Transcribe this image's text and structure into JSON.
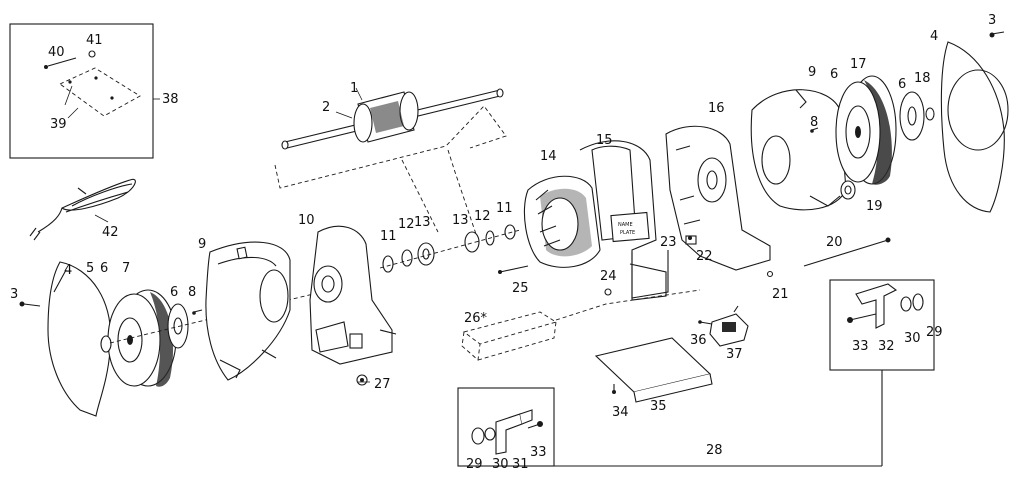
{
  "diagram": {
    "callouts": [
      {
        "id": "1",
        "text": "1"
      },
      {
        "id": "2",
        "text": "2"
      },
      {
        "id": "3a",
        "text": "3"
      },
      {
        "id": "3b",
        "text": "3"
      },
      {
        "id": "4a",
        "text": "4"
      },
      {
        "id": "4b",
        "text": "4"
      },
      {
        "id": "5",
        "text": "5"
      },
      {
        "id": "6a",
        "text": "6"
      },
      {
        "id": "6b",
        "text": "6"
      },
      {
        "id": "6c",
        "text": "6"
      },
      {
        "id": "6d",
        "text": "6"
      },
      {
        "id": "7",
        "text": "7"
      },
      {
        "id": "8a",
        "text": "8"
      },
      {
        "id": "8b",
        "text": "8"
      },
      {
        "id": "9a",
        "text": "9"
      },
      {
        "id": "9b",
        "text": "9"
      },
      {
        "id": "10",
        "text": "10"
      },
      {
        "id": "11a",
        "text": "11"
      },
      {
        "id": "11b",
        "text": "11"
      },
      {
        "id": "12a",
        "text": "12"
      },
      {
        "id": "12b",
        "text": "12"
      },
      {
        "id": "13a",
        "text": "13"
      },
      {
        "id": "13b",
        "text": "13"
      },
      {
        "id": "14",
        "text": "14"
      },
      {
        "id": "15",
        "text": "15"
      },
      {
        "id": "16",
        "text": "16"
      },
      {
        "id": "17",
        "text": "17"
      },
      {
        "id": "18",
        "text": "18"
      },
      {
        "id": "19",
        "text": "19"
      },
      {
        "id": "20",
        "text": "20"
      },
      {
        "id": "21",
        "text": "21"
      },
      {
        "id": "22",
        "text": "22"
      },
      {
        "id": "23",
        "text": "23"
      },
      {
        "id": "24",
        "text": "24"
      },
      {
        "id": "25",
        "text": "25"
      },
      {
        "id": "26",
        "text": "26*"
      },
      {
        "id": "27",
        "text": "27"
      },
      {
        "id": "28",
        "text": "28"
      },
      {
        "id": "29a",
        "text": "29"
      },
      {
        "id": "29b",
        "text": "29"
      },
      {
        "id": "30a",
        "text": "30"
      },
      {
        "id": "30b",
        "text": "30"
      },
      {
        "id": "31",
        "text": "31"
      },
      {
        "id": "32",
        "text": "32"
      },
      {
        "id": "33a",
        "text": "33"
      },
      {
        "id": "33b",
        "text": "33"
      },
      {
        "id": "34",
        "text": "34"
      },
      {
        "id": "35",
        "text": "35"
      },
      {
        "id": "36",
        "text": "36"
      },
      {
        "id": "37",
        "text": "37"
      },
      {
        "id": "38",
        "text": "38"
      },
      {
        "id": "39",
        "text": "39"
      },
      {
        "id": "40",
        "text": "40"
      },
      {
        "id": "41",
        "text": "41"
      },
      {
        "id": "42",
        "text": "42"
      }
    ],
    "nameplate_text": [
      "NAME",
      "PLATE"
    ]
  }
}
